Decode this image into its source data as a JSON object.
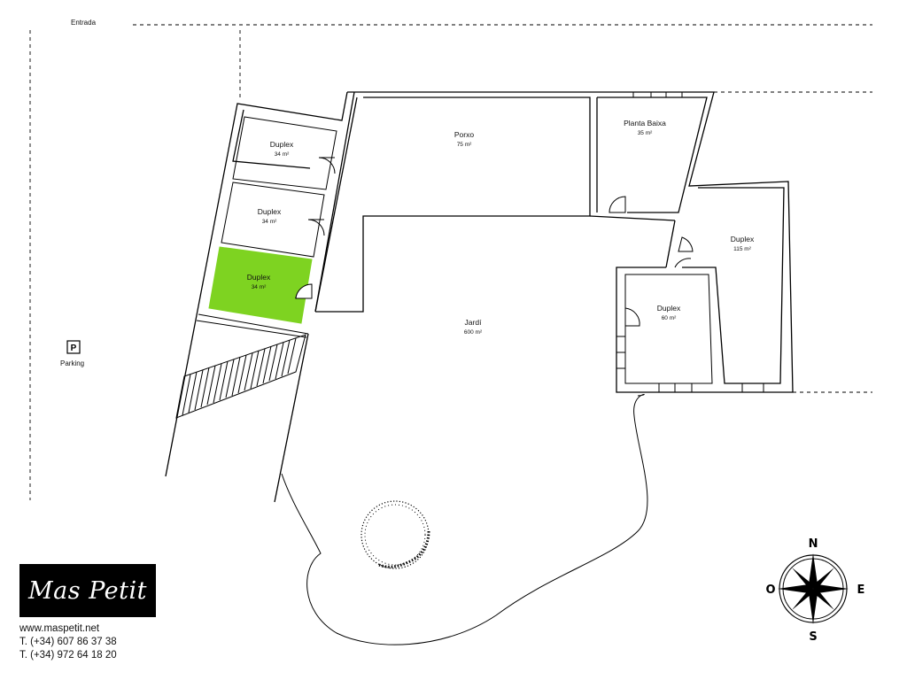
{
  "labels": {
    "entrance": "Entrada",
    "parking_sign": "P",
    "parking": "Parking"
  },
  "rooms": [
    {
      "name": "Duplex",
      "area": "34 m²",
      "highlighted": false
    },
    {
      "name": "Duplex",
      "area": "34 m²",
      "highlighted": false
    },
    {
      "name": "Duplex",
      "area": "34 m²",
      "highlighted": true
    },
    {
      "name": "Porxo",
      "area": "75 m²",
      "highlighted": false
    },
    {
      "name": "Planta Baixa",
      "area": "35 m²",
      "highlighted": false
    },
    {
      "name": "Duplex",
      "area": "115 m²",
      "highlighted": false
    },
    {
      "name": "Duplex",
      "area": "60 m²",
      "highlighted": false
    },
    {
      "name": "Jardí",
      "area": "600 m²",
      "highlighted": false
    }
  ],
  "compass": {
    "north": "N",
    "south": "S",
    "east": "E",
    "west": "O"
  },
  "brand": {
    "logo_text": "Mas Petit",
    "website": "www.maspetit.net",
    "phone1": "T. (+34) 607 86 37 38",
    "phone2": "T. (+34) 972 64 18 20"
  },
  "colors": {
    "highlight": "#7ed321",
    "line": "#000000",
    "logo_bg": "#000000"
  }
}
